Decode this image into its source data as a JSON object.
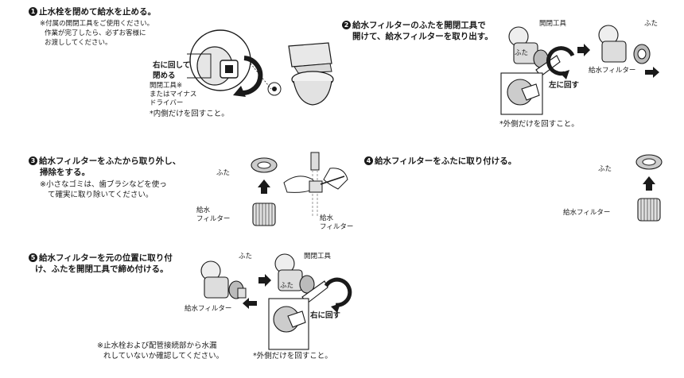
{
  "step1": {
    "number": "1",
    "title": "止水栓を閉めて給水を止める。",
    "note_line1": "※付属の開閉工具をご使用ください。",
    "note_line2": "作業が完了したら、必ずお客様に",
    "note_line3": "お渡ししてください。",
    "turn_right_line1": "右に回して",
    "turn_right_line2": "閉める",
    "tool_line1": "開閉工具※",
    "tool_line2": "またはマイナス",
    "tool_line3": "ドライバー",
    "inner_note": "*内側だけを回すこと。"
  },
  "step2": {
    "number": "2",
    "title_line1": "給水フィルターのふたを開閉工具で",
    "title_line2": "開けて、給水フィルターを取り出す。",
    "label_tool": "開閉工具",
    "label_lid": "ふた",
    "label_lid2": "ふた",
    "label_filter": "給水フィルター",
    "turn_left": "左に回す",
    "outer_note": "*外側だけを回すこと。"
  },
  "step3": {
    "number": "3",
    "title_line1": "給水フィルターをふたから取り外し、",
    "title_line2": "掃除をする。",
    "note_line1": "※小さなゴミは、歯ブラシなどを使っ",
    "note_line2": "て確実に取り除いてください。",
    "label_lid": "ふた",
    "label_filter_line1": "給水",
    "label_filter_line2": "フィルター",
    "label_filter2_line1": "給水",
    "label_filter2_line2": "フィルター"
  },
  "step4": {
    "number": "4",
    "title": "給水フィルターをふたに取り付ける。",
    "label_lid": "ふた",
    "label_filter": "給水フィルター"
  },
  "step5": {
    "number": "5",
    "title_line1": "給水フィルターを元の位置に取り付",
    "title_line2": "け、ふたを開閉工具で締め付ける。",
    "label_lid": "ふた",
    "label_filter": "給水フィルター",
    "label_tool": "開閉工具",
    "label_lid2": "ふた",
    "turn_right": "右に回す",
    "outer_note": "*外側だけを回すこと。"
  },
  "footer": {
    "line1": "※止水栓および配管接続部から水漏",
    "line2": "れしていないか確認してください。"
  }
}
